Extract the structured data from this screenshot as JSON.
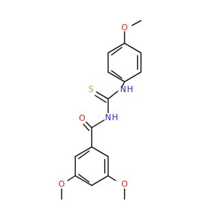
{
  "molecule": {
    "atoms": {
      "o_top": {
        "symbol": "O",
        "color": "#e8241b"
      },
      "s": {
        "symbol": "S",
        "color": "#c8a400"
      },
      "nh_right": {
        "symbol": "H",
        "nsymbol": "N",
        "color": "#2a2ae0"
      },
      "nh_mid": {
        "symbol": "H",
        "nsymbol": "N",
        "color": "#2a2ae0"
      },
      "o_carbonyl": {
        "symbol": "O",
        "color": "#e8241b"
      },
      "o_left": {
        "symbol": "O",
        "color": "#e8241b"
      },
      "o_right": {
        "symbol": "O",
        "color": "#e8241b"
      }
    }
  }
}
